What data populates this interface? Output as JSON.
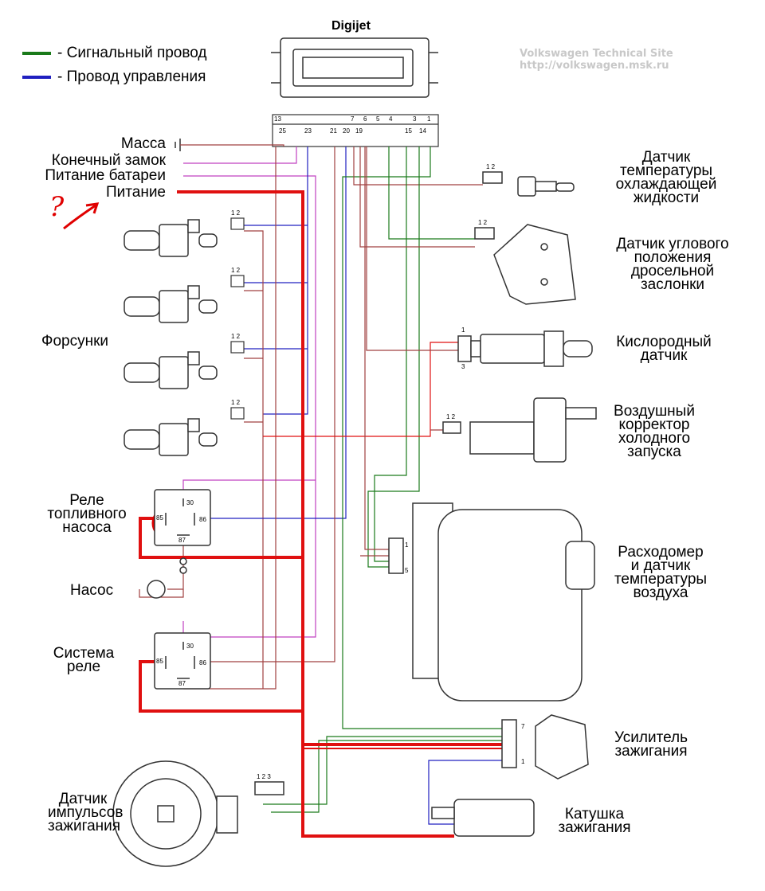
{
  "title": "Digijet",
  "watermark": {
    "line1": "Volkswagen Technical Site",
    "line2": "http://volkswagen.msk.ru"
  },
  "legend": {
    "signal": {
      "label": "- Сигнальный провод",
      "color": "#1a7a1a"
    },
    "control": {
      "label": "- Провод управления",
      "color": "#2020c0"
    }
  },
  "annotation": {
    "mark": "?"
  },
  "ecu_pins_top": [
    "13",
    "7",
    "6",
    "5",
    "4",
    "3",
    "1"
  ],
  "ecu_pins_bottom": [
    "25",
    "23",
    "21",
    "20",
    "19",
    "15",
    "14"
  ],
  "inputs": {
    "ground": "Масса",
    "end_lock": "Конечный замок",
    "battery": "Питание батареи",
    "power": "Питание"
  },
  "components": {
    "injectors": "Форсунки",
    "fuel_pump_relay": "Реле\nтопливного\nнасоса",
    "pump": "Насос",
    "system_relay": "Система\nреле",
    "ignition_pulse_sensor": "Датчик\nимпульсов\nзажигания",
    "coolant_temp_sensor": "Датчик\nтемпературы\nохлаждающей\nжидкости",
    "throttle_sensor": "Датчик углового\nположения\nдросельной\nзаслонки",
    "oxygen_sensor": "Кислородный\nдатчик",
    "cold_start_corrector": "Воздушный\nкорректор\nхолодного\nзапуска",
    "air_flow_meter": "Расходомер\nи датчик\nтемпературы\nвоздуха",
    "ignition_amplifier": "Усилитель\nзажигания",
    "ignition_coil": "Катушка\nзажигания"
  },
  "connector_labels": {
    "pair": "1 2",
    "three": "1 2 3",
    "o2_pin1": "1",
    "o2_pin3": "3",
    "afm_pin1": "1",
    "afm_pin5": "5",
    "amp_pin7": "7",
    "amp_pin1": "1"
  },
  "relay_pins": {
    "p30": "30",
    "p85": "85",
    "p86": "86",
    "p87": "87"
  },
  "colors": {
    "power": "#e01010",
    "wire": "#a04040",
    "signal": "#1a7a1a",
    "control": "#2020c0",
    "violet": "#c040c0"
  }
}
